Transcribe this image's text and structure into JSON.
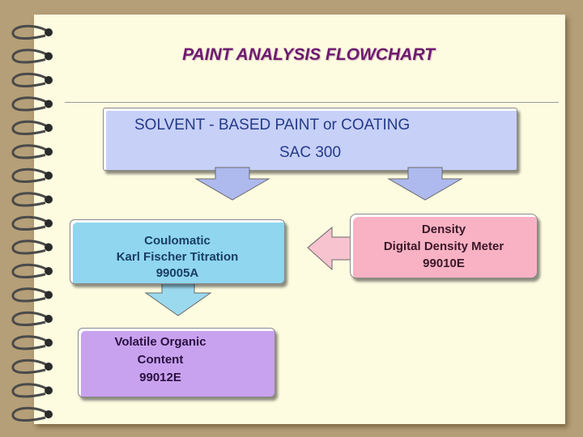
{
  "title": "PAINT ANALYSIS FLOWCHART",
  "main_box": {
    "line1": "SOLVENT - BASED  PAINT or COATING",
    "line2": "SAC 300"
  },
  "karl_fischer": {
    "line1": "Coulomatic",
    "line2": "Karl Fischer Titration",
    "line3": "99005A"
  },
  "density": {
    "line1": "Density",
    "line2": "Digital Density Meter",
    "line3": "99010E"
  },
  "voc": {
    "line1": "Volatile Organic",
    "line2": "Content",
    "line3": "99012E"
  },
  "colors": {
    "background": "#b59f78",
    "page": "#fdfbe0",
    "title": "#6e1a70",
    "main_box": "#c7d0f7",
    "karl_fischer_box": "#8fd6ee",
    "density_box": "#f8b2c4",
    "voc_box": "#c9a2ef"
  },
  "icons": [
    "spiral-binding-rings",
    "down-arrow",
    "left-arrow"
  ]
}
